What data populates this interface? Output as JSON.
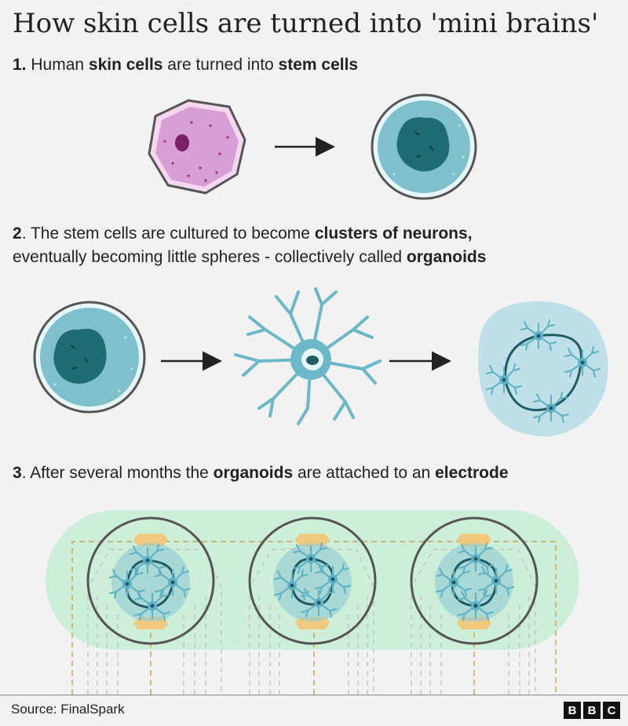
{
  "title": "How skin cells are turned into 'mini brains'",
  "step1": {
    "num": "1.",
    "t1": " Human ",
    "b1": "skin cells",
    "t2": " are turned into ",
    "b2": "stem cells"
  },
  "step2": {
    "num": "2",
    "t1": ". The stem cells are cultured to become ",
    "b1": "clusters of neurons,",
    "t2": "eventually becoming little spheres - collectively called ",
    "b2": "organoids"
  },
  "step3": {
    "num": "3",
    "t1": ". After several months the ",
    "b1": "organoids",
    "t2": " are attached to an ",
    "b2": "electrode"
  },
  "source": "Source: FinalSpark",
  "logo_letters": [
    "B",
    "B",
    "C"
  ],
  "colors": {
    "skin_cell": "#d79fd6",
    "stem_cell": "#7fc0cc",
    "nucleus": "#1f6b73",
    "neuron": "#6ab8c8",
    "organoid_bg": "#bfe0e8",
    "electrode_bg": "#cdeed9",
    "electrode_pad": "#f0c97e"
  }
}
